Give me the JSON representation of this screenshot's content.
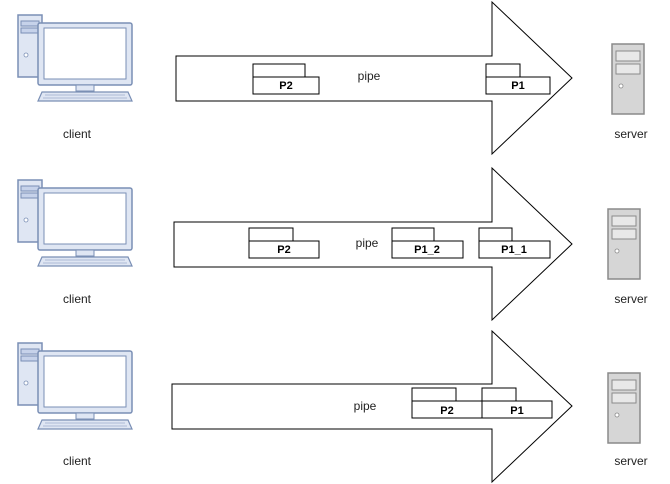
{
  "rows": [
    {
      "client_label": "client",
      "server_label": "server",
      "pipe_label": "pipe",
      "packets": [
        "P2",
        "P1"
      ]
    },
    {
      "client_label": "client",
      "server_label": "server",
      "pipe_label": "pipe",
      "packets": [
        "P2",
        "P1_2",
        "P1_1"
      ]
    },
    {
      "client_label": "client",
      "server_label": "server",
      "pipe_label": "pipe",
      "packets": [
        "P2",
        "P1"
      ]
    }
  ],
  "colors": {
    "device_fill": "#dfe6f3",
    "device_stroke": "#7a8fb5",
    "server_fill": "#d6d6d6",
    "server_stroke": "#8a8a8a",
    "line": "#000000"
  }
}
